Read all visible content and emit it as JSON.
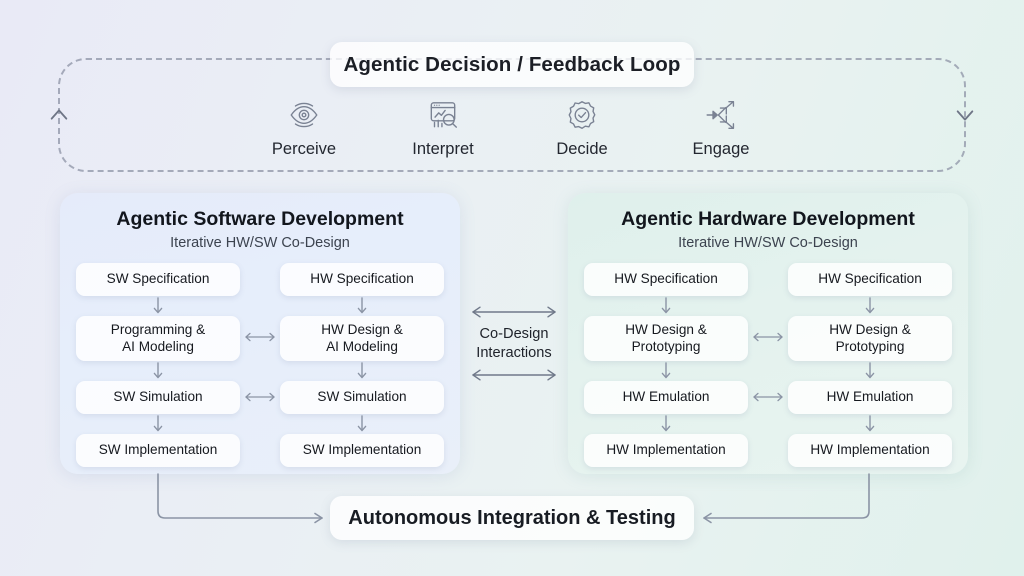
{
  "loop": {
    "title": "Agentic Decision / Feedback Loop",
    "stages": [
      {
        "icon": "eye-icon",
        "label": "Perceive"
      },
      {
        "icon": "chart-magnifier-icon",
        "label": "Interpret"
      },
      {
        "icon": "gear-check-icon",
        "label": "Decide"
      },
      {
        "icon": "branching-arrows-icon",
        "label": "Engage"
      }
    ],
    "arrows": {
      "left": "chevron-up-icon",
      "right": "chevron-down-icon"
    }
  },
  "panels": [
    {
      "id": "software",
      "title": "Agentic Software Development",
      "subtitle": "Iterative HW/SW Co-Design",
      "columns": [
        {
          "nodes": [
            {
              "label": "SW Specification",
              "lines": 1
            },
            {
              "label": "Programming &\nAI Modeling",
              "lines": 2
            },
            {
              "label": "SW Simulation",
              "lines": 1
            },
            {
              "label": "SW Implementation",
              "lines": 1
            }
          ]
        },
        {
          "nodes": [
            {
              "label": "HW Specification",
              "lines": 1
            },
            {
              "label": "HW Design &\nAI Modeling",
              "lines": 2
            },
            {
              "label": "SW Simulation",
              "lines": 1
            },
            {
              "label": "SW Implementation",
              "lines": 1
            }
          ]
        }
      ]
    },
    {
      "id": "hardware",
      "title": "Agentic Hardware Development",
      "subtitle": "Iterative HW/SW Co-Design",
      "columns": [
        {
          "nodes": [
            {
              "label": "HW Specification",
              "lines": 1
            },
            {
              "label": "HW Design &\nPrototyping",
              "lines": 2
            },
            {
              "label": "HW Emulation",
              "lines": 1
            },
            {
              "label": "HW Implementation",
              "lines": 1
            }
          ]
        },
        {
          "nodes": [
            {
              "label": "HW Specification",
              "lines": 1
            },
            {
              "label": "HW Design &\nPrototyping",
              "lines": 2
            },
            {
              "label": "HW Emulation",
              "lines": 1
            },
            {
              "label": "HW Implementation",
              "lines": 1
            }
          ]
        }
      ]
    }
  ],
  "codesign": {
    "label_line1": "Co-Design",
    "label_line2": "Interactions"
  },
  "integration": {
    "title": "Autonomous Integration & Testing"
  },
  "colors": {
    "background_left": "#e9eaf6",
    "background_right": "#e0f1ec",
    "panel_software": "#e5ebfa",
    "panel_hardware": "#dff0ec",
    "node_fill": "#ffffff",
    "arrow": "#8b94a5",
    "dashed_border": "#8e94a6",
    "text": "#16191f"
  }
}
